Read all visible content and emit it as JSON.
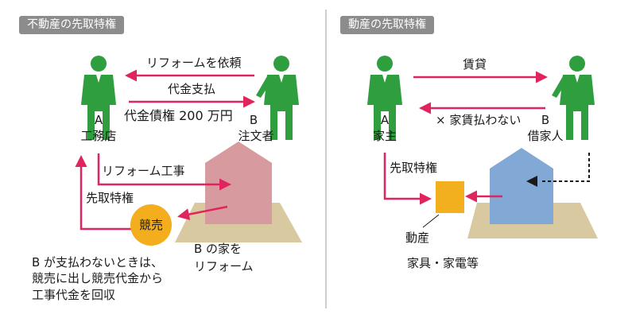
{
  "colors": {
    "figure": "#2e9e3e",
    "arrow": "#e0245e",
    "house_left": "#d79a9e",
    "house_right": "#82a9d6",
    "ground": "#d8c9a0",
    "coin": "#f4ad1c",
    "box": "#f2b01e",
    "divider": "#bdbdbd"
  },
  "left": {
    "title": "不動産の先取特権",
    "arrow_top": "リフォームを依頼",
    "arrow_mid": "代金支払",
    "debt": "代金債権 200 万円",
    "party_a_letter": "A",
    "party_a_name": "工務店",
    "party_b_letter": "B",
    "party_b_name": "注文者",
    "work": "リフォーム工事",
    "lien": "先取特権",
    "auction": "競売",
    "house_caption": "B の家を\nリフォーム",
    "note": "B が支払わないときは、\n競売に出し競売代金から\n工事代金を回収"
  },
  "right": {
    "title": "動産の先取特権",
    "arrow_top": "賃貸",
    "arrow_back": "× 家賃払わない",
    "party_a_letter": "A",
    "party_a_name": "家主",
    "party_b_letter": "B",
    "party_b_name": "借家人",
    "lien": "先取特権",
    "movable": "動産",
    "movable_items": "家具・家電等"
  }
}
